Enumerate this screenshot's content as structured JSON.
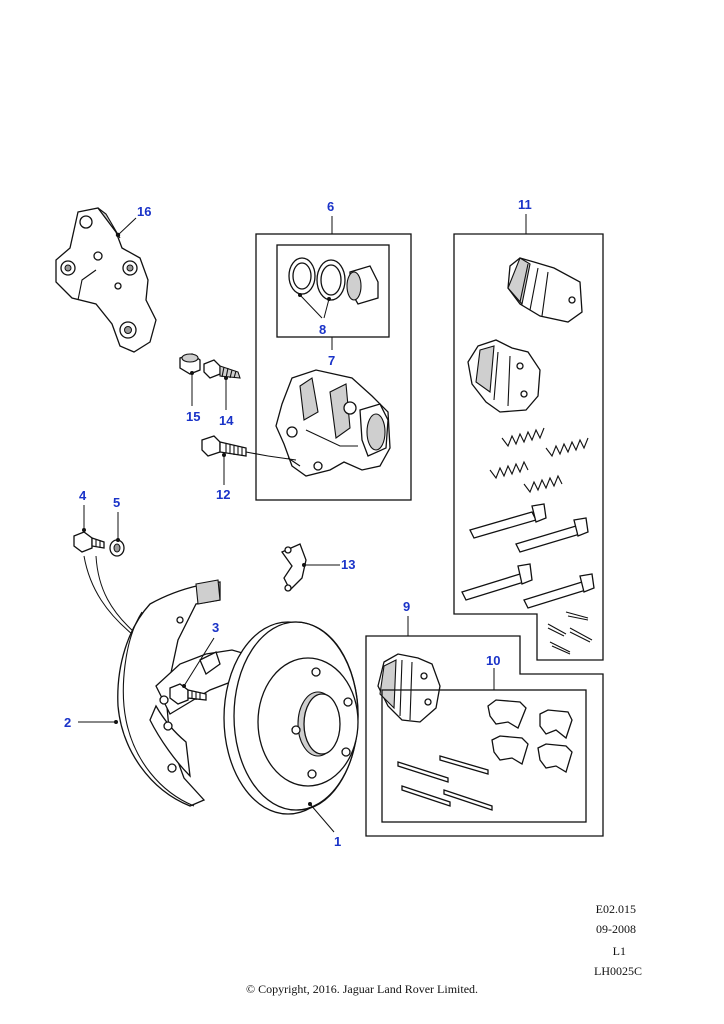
{
  "callouts": {
    "c1": "1",
    "c2": "2",
    "c3": "3",
    "c4": "4",
    "c5": "5",
    "c6": "6",
    "c7": "7",
    "c8": "8",
    "c9": "9",
    "c10": "10",
    "c11": "11",
    "c12": "12",
    "c13": "13",
    "c14": "14",
    "c15": "15",
    "c16": "16"
  },
  "footer": {
    "ref": "E02.015",
    "date": "09-2008",
    "level": "L1",
    "code": "LH0025C",
    "copyright": "© Copyright, 2016. Jaguar Land Rover Limited."
  },
  "colors": {
    "callout": "#1a33c8",
    "line": "#111111"
  }
}
